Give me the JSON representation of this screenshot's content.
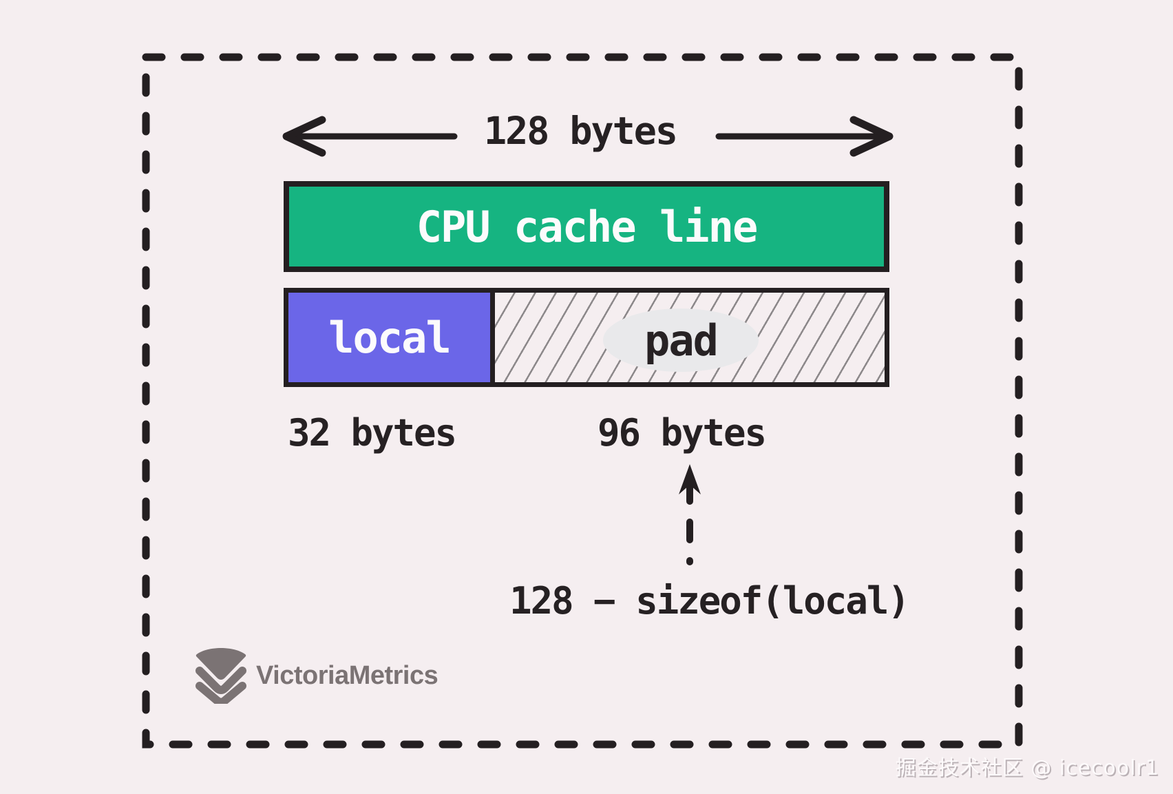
{
  "diagram": {
    "total_width_label": "128 bytes",
    "cache_line_label": "CPU cache line",
    "local_label": "local",
    "pad_label": "pad",
    "local_size_label": "32 bytes",
    "pad_size_label": "96 bytes",
    "formula_label": "128 − sizeof(local)"
  },
  "branding": {
    "logo_text": "VictoriaMetrics",
    "logo_icon": "victoriametrics-chevron-stack-icon"
  },
  "watermark": {
    "text": "掘金技术社区 @ icecoolr1"
  },
  "colors": {
    "background": "#f5eef0",
    "ink": "#241f21",
    "cache_line_green": "#16b481",
    "local_purple": "#6b66e8",
    "hatch_line_gray": "#8c888a",
    "pad_ellipse_fill": "#e9e9eb",
    "box_text_white": "#fcfbfc",
    "logo_gray": "#7b7374",
    "watermark_white": "#fdfafb"
  }
}
